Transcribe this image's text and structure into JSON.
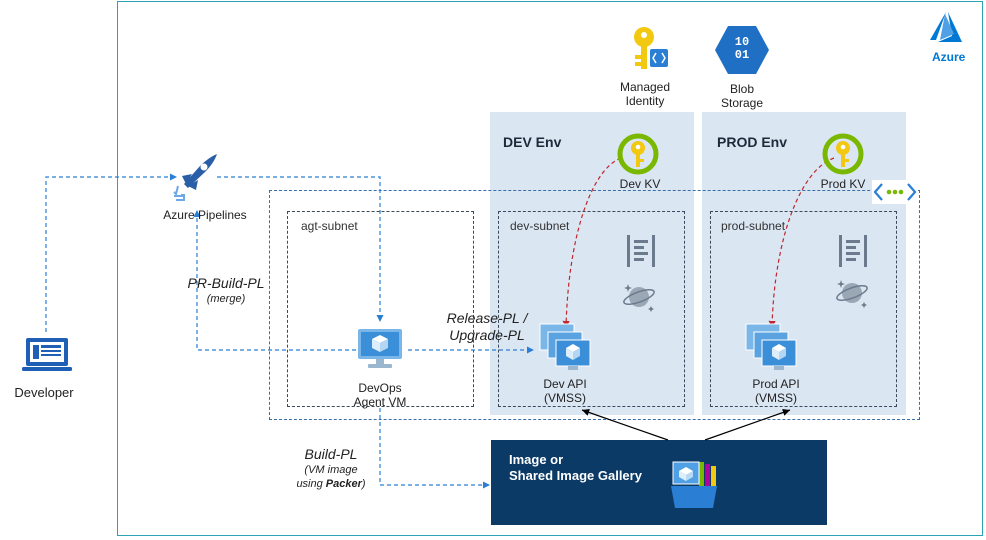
{
  "cloud": {
    "label": "Azure"
  },
  "developer": {
    "label": "Developer"
  },
  "pipelines": {
    "label": "Azure Pipelines"
  },
  "pipeline_labels": {
    "pr_build": {
      "main": "PR-Build-PL",
      "sub": "(merge)"
    },
    "release": {
      "line1": "Release-PL /",
      "line2": "Upgrade-PL"
    },
    "build": {
      "main": "Build-PL",
      "sub_line1": "(VM image",
      "sub_line2_prefix": "using ",
      "sub_line2_bold": "Packer",
      "sub_line2_suffix": ")"
    }
  },
  "managed_identity": {
    "line1": "Managed",
    "line2": "Identity"
  },
  "blob_storage": {
    "line1": "Blob",
    "line2": "Storage",
    "icon_text_line1": "10",
    "icon_text_line2": "01"
  },
  "dev_env": {
    "title": "DEV Env",
    "kv_label": "Dev KV",
    "subnet_label": "dev-subnet",
    "api_line1": "Dev API",
    "api_line2": "(VMSS)"
  },
  "prod_env": {
    "title": "PROD Env",
    "kv_label": "Prod KV",
    "subnet_label": "prod-subnet",
    "api_line1": "Prod API",
    "api_line2": "(VMSS)"
  },
  "agent": {
    "subnet_label": "agt-subnet",
    "vm_line1": "DevOps",
    "vm_line2": "Agent VM"
  },
  "gallery": {
    "line1": "Image or",
    "line2": "Shared Image Gallery"
  },
  "colors": {
    "azure_blue": "#0078d4",
    "env_bg": "#dbe6f3",
    "gallery_bg": "#0c3a67",
    "keyvault_yellow": "#f2c811",
    "keyvault_green": "#7ab800",
    "flow_blue": "#2a7fd4",
    "secret_red": "#c0262d"
  }
}
